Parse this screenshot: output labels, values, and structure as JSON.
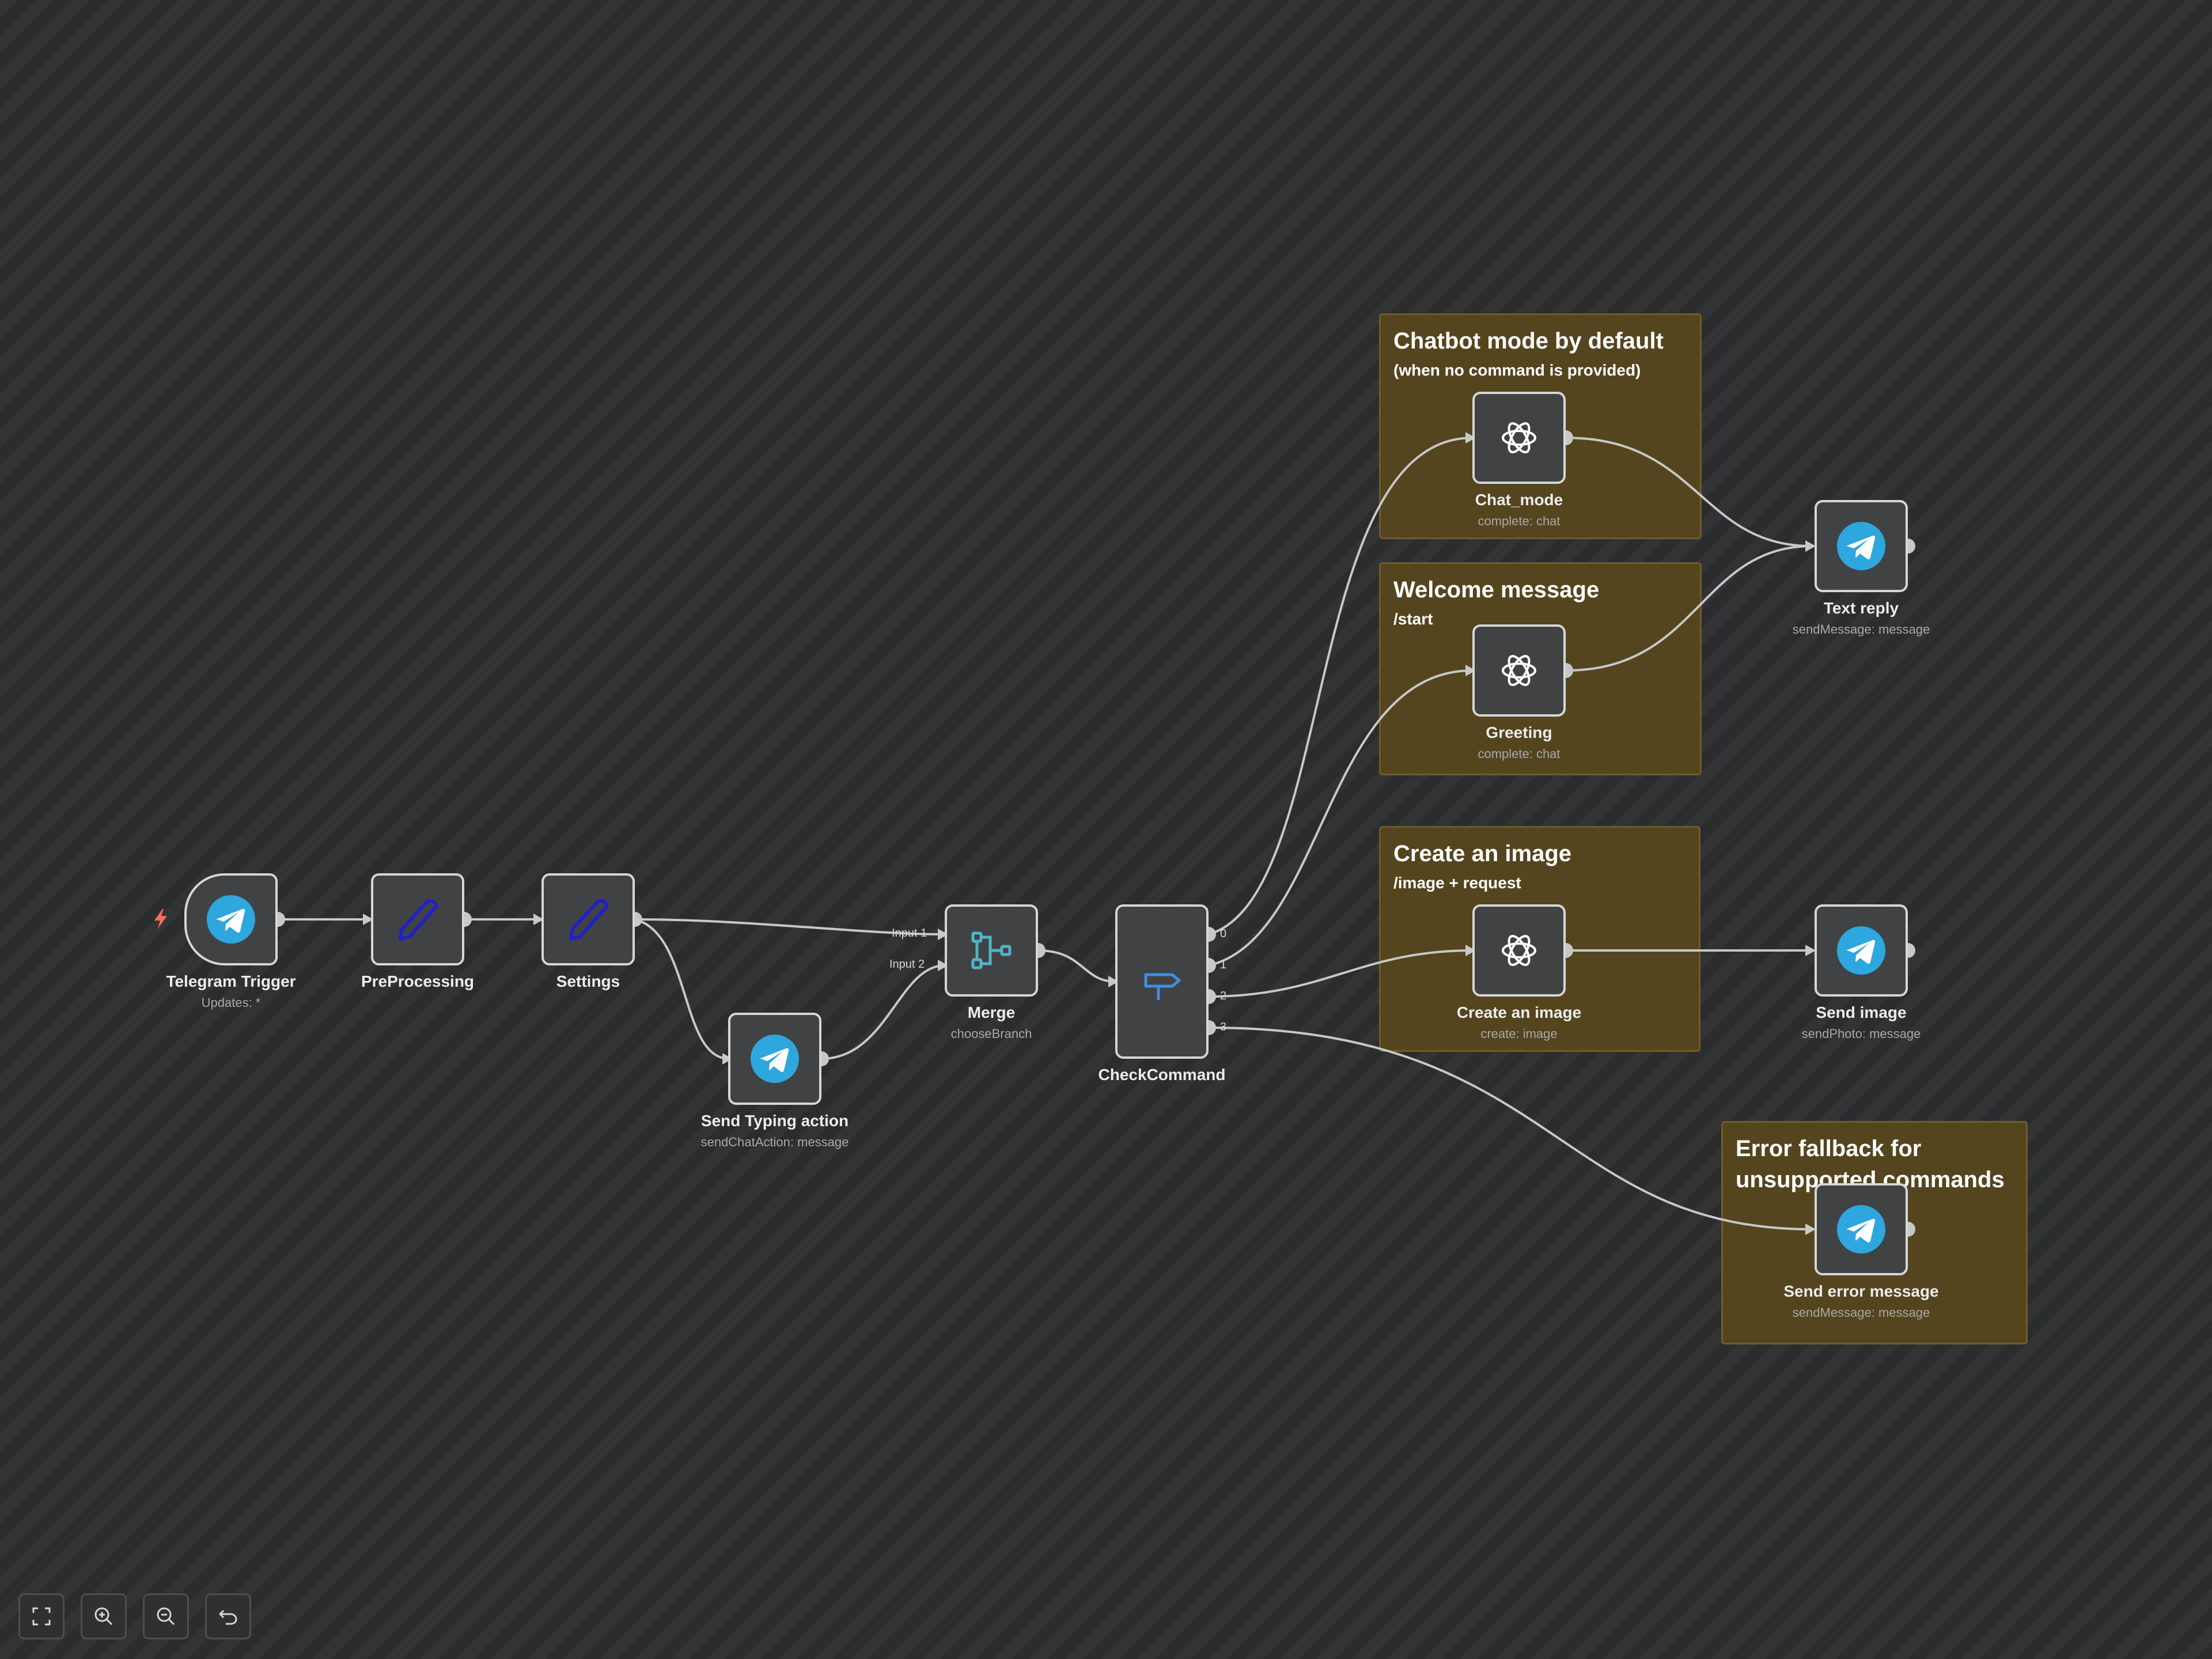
{
  "stickies": [
    {
      "id": "chatbot",
      "title": "Chatbot mode by default",
      "subtitle": "(when no command is provided)"
    },
    {
      "id": "welcome",
      "title": "Welcome message",
      "subtitle": "/start"
    },
    {
      "id": "image",
      "title": "Create an image",
      "subtitle": "/image + request"
    },
    {
      "id": "error",
      "title": "Error fallback for unsupported commands",
      "subtitle": ""
    }
  ],
  "nodes": {
    "telegram_trigger": {
      "label": "Telegram Trigger",
      "subtitle": "Updates: *",
      "icon": "telegram-icon"
    },
    "preprocessing": {
      "label": "PreProcessing",
      "subtitle": "",
      "icon": "pencil-icon"
    },
    "settings": {
      "label": "Settings",
      "subtitle": "",
      "icon": "pencil-icon"
    },
    "send_typing": {
      "label": "Send Typing action",
      "subtitle": "sendChatAction: message",
      "icon": "telegram-icon"
    },
    "merge": {
      "label": "Merge",
      "subtitle": "chooseBranch",
      "icon": "merge-icon",
      "input_labels": [
        "Input 1",
        "Input 2"
      ]
    },
    "check_command": {
      "label": "CheckCommand",
      "subtitle": "",
      "icon": "signpost-icon",
      "output_labels": [
        "0",
        "1",
        "2",
        "3"
      ]
    },
    "chat_mode": {
      "label": "Chat_mode",
      "subtitle": "complete: chat",
      "icon": "openai-icon"
    },
    "greeting": {
      "label": "Greeting",
      "subtitle": "complete: chat",
      "icon": "openai-icon"
    },
    "create_image": {
      "label": "Create an image",
      "subtitle": "create: image",
      "icon": "openai-icon"
    },
    "text_reply": {
      "label": "Text reply",
      "subtitle": "sendMessage: message",
      "icon": "telegram-icon"
    },
    "send_image": {
      "label": "Send image",
      "subtitle": "sendPhoto: message",
      "icon": "telegram-icon"
    },
    "send_error": {
      "label": "Send error message",
      "subtitle": "sendMessage: message",
      "icon": "telegram-icon"
    }
  },
  "connections": [
    [
      "telegram_trigger",
      "preprocessing"
    ],
    [
      "preprocessing",
      "settings"
    ],
    [
      "settings",
      "merge"
    ],
    [
      "settings",
      "send_typing"
    ],
    [
      "send_typing",
      "merge"
    ],
    [
      "merge",
      "check_command"
    ],
    [
      "check_command",
      "chat_mode"
    ],
    [
      "check_command",
      "greeting"
    ],
    [
      "check_command",
      "create_image"
    ],
    [
      "check_command",
      "send_error"
    ],
    [
      "chat_mode",
      "text_reply"
    ],
    [
      "greeting",
      "text_reply"
    ],
    [
      "create_image",
      "send_image"
    ]
  ],
  "controls": [
    {
      "name": "fit-view-button",
      "icon": "fullscreen-icon"
    },
    {
      "name": "zoom-in-button",
      "icon": "zoom-in-icon"
    },
    {
      "name": "zoom-out-button",
      "icon": "zoom-out-icon"
    },
    {
      "name": "undo-button",
      "icon": "undo-icon"
    }
  ],
  "colors": {
    "canvas": "#2b2c2e",
    "sticky": "#54451f",
    "node": "#414244",
    "node_border": "#d6d6d6",
    "telegram": "#2ea6de",
    "edge": "#c8c8c8",
    "trigger_bolt": "#ff6d5a",
    "merge_icon": "#4fb6c8",
    "if_icon": "#408fe0",
    "pencil": "#2020c8"
  }
}
